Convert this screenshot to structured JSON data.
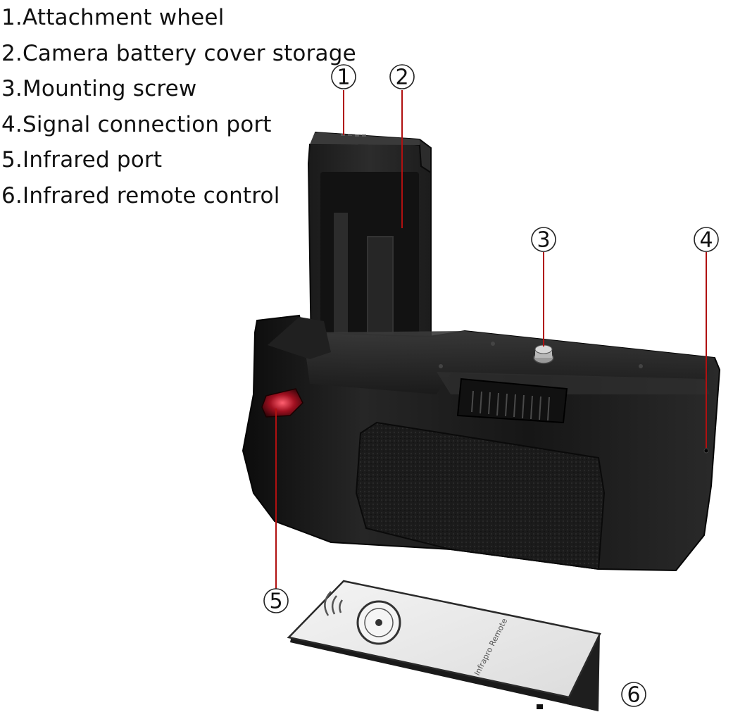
{
  "legend": {
    "items": [
      "1.Attachment wheel",
      "2.Camera battery cover storage",
      "3.Mounting screw",
      "4.Signal connection port",
      "5.Infrared port",
      "6.Infrared remote control"
    ]
  },
  "callouts": {
    "c1": "1",
    "c2": "2",
    "c3": "3",
    "c4": "4",
    "c5": "5",
    "c6": "6"
  },
  "remote": {
    "brand": "Infrapro Remote"
  },
  "colors": {
    "leader": "#b01010",
    "body": "#181818",
    "remote_face": "#e9e9e9"
  }
}
